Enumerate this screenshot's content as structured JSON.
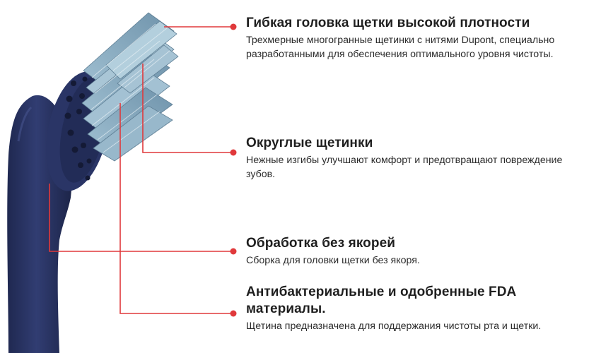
{
  "features": [
    {
      "title": "Гибкая головка щетки высокой плотности",
      "description": "Трехмерные многогранные щетинки с нитями Dupont, специально разработанными для обеспечения оптимального уровня чистоты."
    },
    {
      "title": "Округлые щетинки",
      "description": "Нежные изгибы улучшают комфорт и предотвращают повреждение зубов."
    },
    {
      "title": "Обработка без якорей",
      "description": "Сборка для головки щетки без якоря."
    },
    {
      "title": "Антибактериальные и одобренные FDA материалы.",
      "description": "Щетина предназначена для поддержания чистоты рта и щетки."
    }
  ],
  "colors": {
    "handle": "#27325f",
    "bristles": "#8fb2c6",
    "callout": "#e0393b",
    "text": "#1f1f1f"
  },
  "image": {
    "subject": "toothbrush-head-illustration"
  }
}
